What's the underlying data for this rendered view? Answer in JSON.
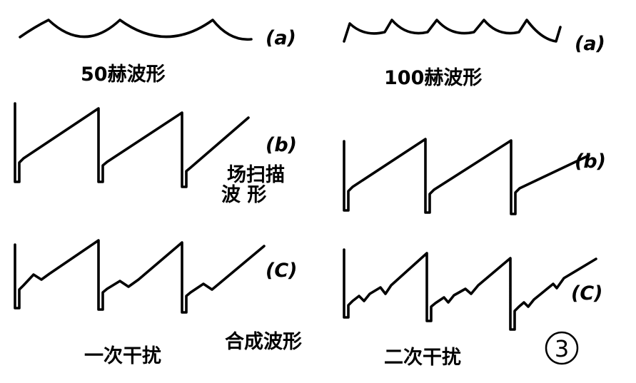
{
  "labels": {
    "a": "(a)",
    "b": "(b)",
    "c": "(C)",
    "wave_50hz": "50赫波形",
    "wave_100hz": "100赫波形",
    "sweep_line1": "场扫描",
    "sweep_line2": "波 形",
    "first_order": "一次干扰",
    "composite": "合成波形",
    "second_order": "二次干扰",
    "figure_number": "3"
  },
  "colors": {
    "ink": "#000000",
    "paper": "#ffffff"
  }
}
